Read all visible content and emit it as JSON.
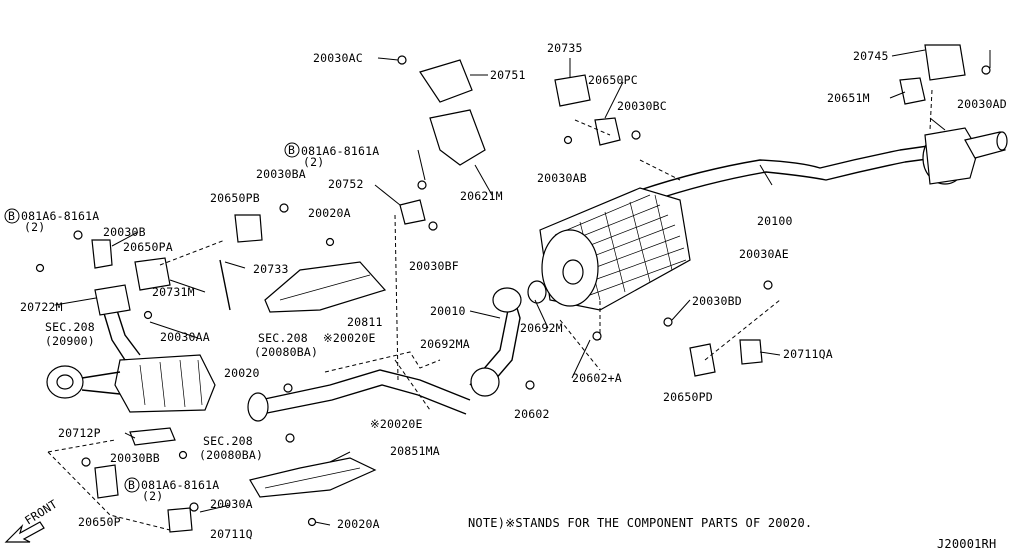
{
  "labels": {
    "p20030AC": "20030AC",
    "p20751": "20751",
    "p20735": "20735",
    "p20650PC": "20650PC",
    "p20030BC": "20030BC",
    "p20745": "20745",
    "p20651M": "20651M",
    "p20030AD": "20030AD",
    "bolt_top_code": "081A6-8161A",
    "bolt_top_qty": "(2)",
    "p20030BA": "20030BA",
    "p20621M": "20621M",
    "p20030AB": "20030AB",
    "p20752": "20752",
    "p20650PB": "20650PB",
    "p20020A_top": "20020A",
    "p20100": "20100",
    "bolt_left_code": "081A6-8161A",
    "bolt_left_qty": "(2)",
    "p20030B": "20030B",
    "p20650PA": "20650PA",
    "p20733": "20733",
    "p20030BF": "20030BF",
    "p20030AE": "20030AE",
    "p20731M": "20731M",
    "p20722M": "20722M",
    "p20030BD": "20030BD",
    "p20010": "20010",
    "p20030AA": "20030AA",
    "p20811": "20811",
    "p20692M": "20692M",
    "sec208_label": "SEC.208",
    "sec208_code": "(20900)",
    "sec208b1_label": "SEC.208",
    "sec208b1_code": "(20080BA)",
    "p20020E_top": "※20020E",
    "p20692MA": "20692MA",
    "p20711QA": "20711QA",
    "p20020": "20020",
    "p20602A": "20602+A",
    "p20650PD": "20650PD",
    "p20602": "20602",
    "p20712P": "20712P",
    "p20020E_bottom": "※20020E",
    "sec208b2_label": "SEC.208",
    "sec208b2_code": "(20080BA)",
    "p20030BB": "20030BB",
    "p20851MA": "20851MA",
    "bolt_bottom_code": "081A6-8161A",
    "bolt_bottom_qty": "(2)",
    "p20030A": "20030A",
    "p20650P": "20650P",
    "p20711Q": "20711Q",
    "p20020A_bottom": "20020A",
    "front": "FRONT",
    "circle_b": "B"
  },
  "note": "NOTE)※STANDS FOR THE COMPONENT PARTS OF 20020.",
  "diagram_id": "J20001RH"
}
